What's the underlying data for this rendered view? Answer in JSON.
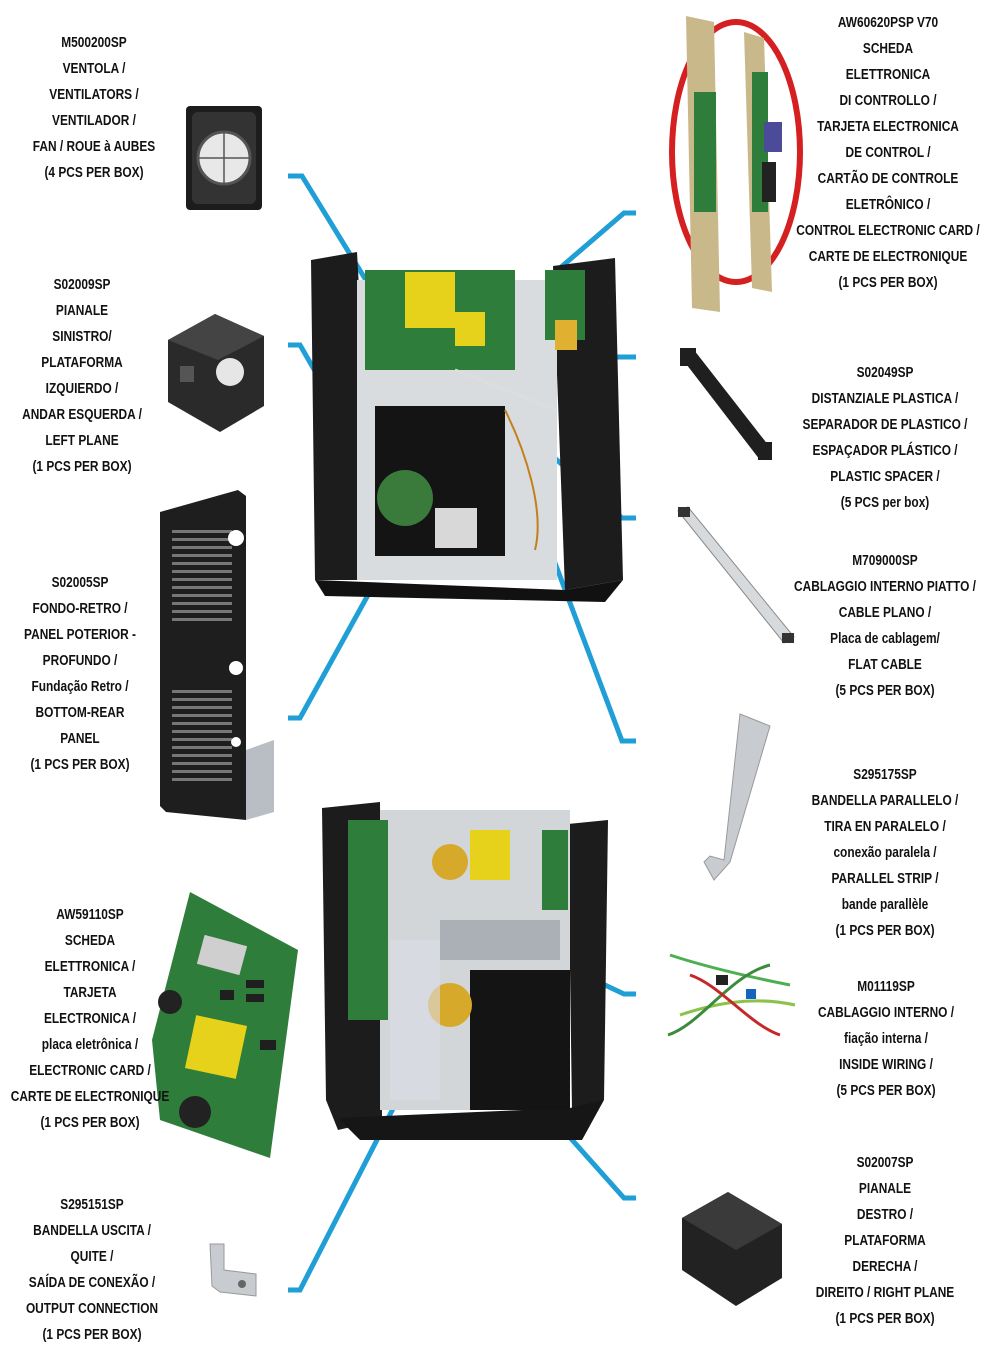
{
  "parts": [
    {
      "id": "fan",
      "code": "M500200SP",
      "lines": [
        "VENTOLA /",
        "VENTILATORS /",
        "VENTILADOR /",
        "FAN / ROUE à AUBES",
        "(4 PCS PER BOX)"
      ]
    },
    {
      "id": "left-plane",
      "code": "S02009SP",
      "lines": [
        "PIANALE",
        "SINISTRO/",
        "PLATAFORMA",
        "IZQUIERDO /",
        "ANDAR ESQUERDA /",
        "LEFT PLANE",
        "(1 PCS PER BOX)"
      ]
    },
    {
      "id": "bottom-rear",
      "code": "S02005SP",
      "lines": [
        "FONDO-RETRO /",
        "PANEL POTERIOR -",
        "PROFUNDO /",
        "Fundação Retro /",
        "BOTTOM-REAR",
        "PANEL",
        "(1 PCS PER BOX)"
      ]
    },
    {
      "id": "electronic-card",
      "code": "AW59110SP",
      "lines": [
        "SCHEDA",
        "ELETTRONICA  /",
        "TARJETA",
        "ELECTRONICA /",
        "placa eletrônica /",
        "ELECTRONIC CARD /",
        "CARTE DE ELECTRONIQUE",
        "(1 PCS PER BOX)"
      ]
    },
    {
      "id": "output-connection",
      "code": "S295151SP",
      "lines": [
        "BANDELLA USCITA /",
        "QUITE /",
        "SAÍDA DE CONEXÃO /",
        "OUTPUT CONNECTION",
        "(1 PCS PER BOX)"
      ]
    },
    {
      "id": "control-card",
      "code": "AW60620PSP V70",
      "lines": [
        "SCHEDA",
        "ELETTRONICA",
        "DI CONTROLLO /",
        "TARJETA ELECTRONICA",
        "DE CONTROL /",
        "CARTÃO DE CONTROLE",
        "ELETRÔNICO /",
        "CONTROL ELECTRONIC CARD /",
        "CARTE DE ELECTRONIQUE",
        "(1 PCS PER BOX)"
      ]
    },
    {
      "id": "plastic-spacer",
      "code": "S02049SP",
      "lines": [
        "DISTANZIALE PLASTICA /",
        "SEPARADOR DE PLASTICO /",
        "ESPAÇADOR PLÁSTICO /",
        "PLASTIC SPACER /",
        "(5 PCS per box)"
      ]
    },
    {
      "id": "flat-cable",
      "code": "M709000SP",
      "lines": [
        "CABLAGGIO INTERNO PIATTO /",
        "CABLE PLANO /",
        "Placa de cablagem/",
        "FLAT CABLE",
        "(5 PCS PER BOX)"
      ]
    },
    {
      "id": "parallel-strip",
      "code": "S295175SP",
      "lines": [
        "BANDELLA PARALLELO /",
        "TIRA EN PARALELO /",
        "conexão paralela /",
        "PARALLEL STRIP /",
        "bande parallèle",
        "(1 PCS PER BOX)"
      ]
    },
    {
      "id": "inside-wiring",
      "code": "M01119SP",
      "lines": [
        "CABLAGGIO INTERNO /",
        "fiação interna /",
        "INSIDE WIRING /",
        "(5 PCS PER BOX)"
      ]
    },
    {
      "id": "right-plane",
      "code": "S02007SP",
      "lines": [
        "PIANALE",
        "DESTRO /",
        "PLATAFORMA",
        "DERECHA /",
        "DIREITO / RIGHT PLANE",
        "(1 PCS PER BOX)"
      ]
    }
  ],
  "colors": {
    "leader": "#1f9fd6",
    "text": "#111111",
    "cabinet": "#1c1c1c",
    "pcb": "#2e7d3a",
    "transformer": "#e6d21a",
    "metal": "#b9bec4",
    "highlight": "#d42020"
  }
}
